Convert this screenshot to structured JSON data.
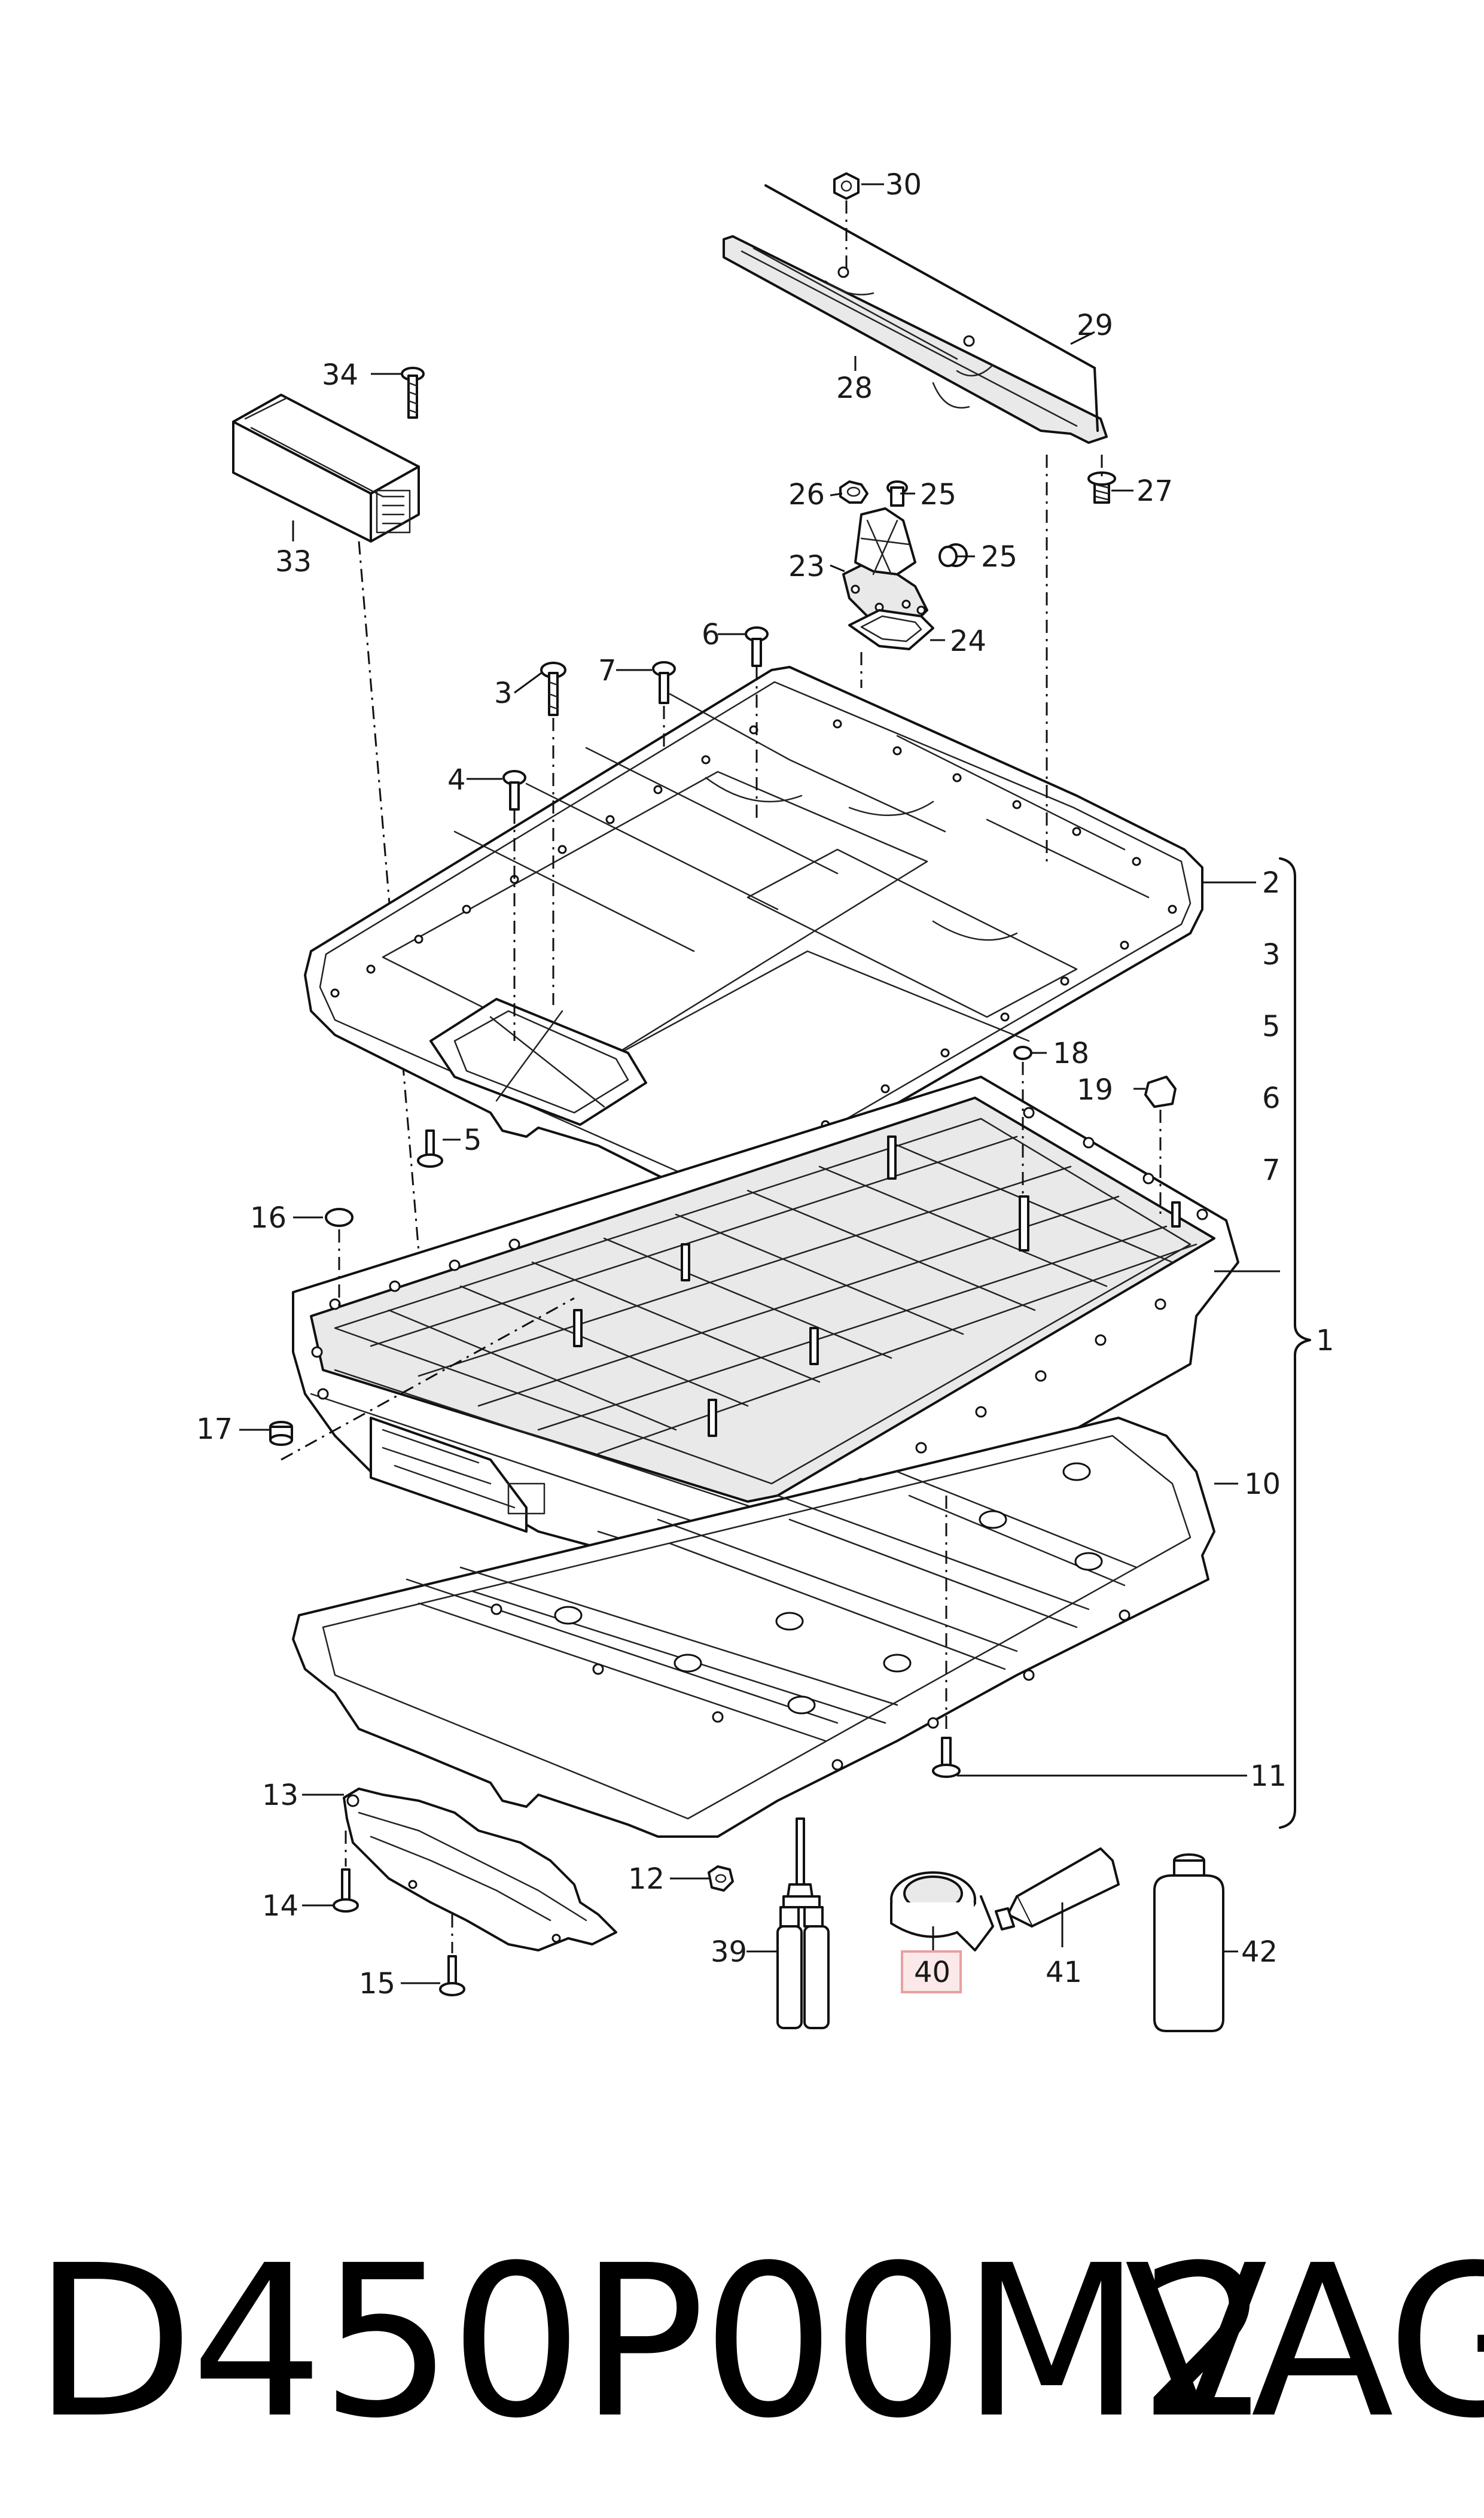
{
  "diagram": {
    "callouts": {
      "c1": "1",
      "c2": "2",
      "c3": "3",
      "c4": "4",
      "c5": "5",
      "c6": "6",
      "c7": "7",
      "c10": "10",
      "c11": "11",
      "c12": "12",
      "c13": "13",
      "c14": "14",
      "c15": "15",
      "c16": "16",
      "c17": "17",
      "c18": "18",
      "c19": "19",
      "c23": "23",
      "c24": "24",
      "c25": "25",
      "c26": "26",
      "c27": "27",
      "c28": "28",
      "c29": "29",
      "c30": "30",
      "c33": "33",
      "c34": "34",
      "c39": "39",
      "c40": "40",
      "c41": "41",
      "c42": "42"
    },
    "bracket_list": [
      "2",
      "3",
      "5",
      "6",
      "7"
    ],
    "highlight_color": "#e8a0a0"
  },
  "footer": {
    "part_code": "D450P00M2",
    "brand": "VAG"
  }
}
